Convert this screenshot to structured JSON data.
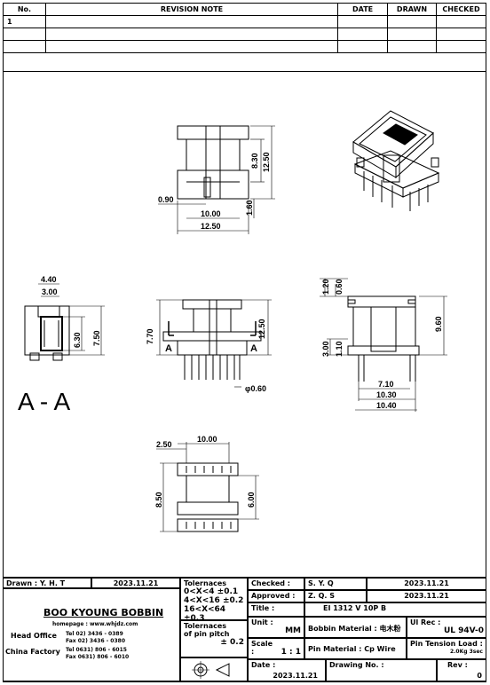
{
  "revision": {
    "headers": {
      "no": "No.",
      "note": "REVISION NOTE",
      "date": "DATE",
      "drawn": "DRAWN",
      "checked": "CHECKED"
    },
    "rows": [
      {
        "no": "1"
      },
      {
        "no": ""
      },
      {
        "no": ""
      }
    ]
  },
  "dims": {
    "top_view": [
      "8.30",
      "12.50",
      "0.90",
      "10.00",
      "1.60",
      "12.50"
    ],
    "section": [
      "4.40",
      "3.00",
      "6.30",
      "7.50"
    ],
    "section_label": "A - A",
    "front": [
      "7.70",
      "12.50",
      "A",
      "A",
      "φ0.60"
    ],
    "side": [
      "1.20",
      "0.60",
      "9.60",
      "3.00",
      "1.10",
      "7.10",
      "10.30",
      "10.40"
    ],
    "bottom": [
      "2.50",
      "10.00",
      "8.50",
      "6.00"
    ]
  },
  "titleblock": {
    "drawn": "Drawn : Y. H. T",
    "drawn_date": "2023.11.21",
    "company": "BOO KYOUNG BOBBIN",
    "homepage": "homepage : www.whjdz.com",
    "head_office_label": "Head Office",
    "head_tel": "Tel 02) 3436 - 0389",
    "head_fax": "Fax 02) 3436 - 0380",
    "china_label": "China Factory",
    "china_tel": "Tel 0631) 806 - 6015",
    "china_fax": "Fax 0631) 806 - 6010",
    "tol_title": "Tolernaces",
    "tol1": "0<X<4  ±0.1",
    "tol2": "4<X<16  ±0.2",
    "tol3": "16<X<64 ±0.3",
    "pitch_title": "Tolernaces of pin pitch",
    "pitch_val": "± 0.2",
    "checked": "Checked :",
    "checked_name": "S. Y. Q",
    "checked_date": "2023.11.21",
    "approved": "Approved :",
    "approved_name": "Z. Q. S",
    "approved_date": "2023.11.21",
    "title_label": "Title :",
    "title_val": "EI 1312 V 10P B",
    "unit_label": "Unit :",
    "unit_val": "MM",
    "bobbin_material": "Bobbin Material : 电木粉",
    "ul_rec_label": "Ul Rec :",
    "ul_rec_val": "UL 94V-0",
    "scale_label": "Scale :",
    "scale_val": "1 : 1",
    "pin_material": "Pin Material : Cp  Wire",
    "pin_tension_label": "Pin Tension Load :",
    "pin_tension_val": "2.0Kg 3sec",
    "date_label": "Date :",
    "date_val": "2023.11.21",
    "drawing_no": "Drawing No. :",
    "rev_label": "Rev :",
    "rev_val": "0"
  }
}
